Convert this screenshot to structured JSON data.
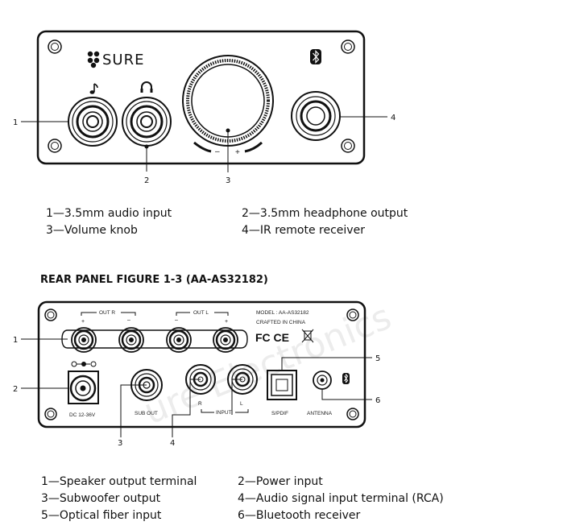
{
  "front_panel": {
    "brand": "SURE",
    "knob_minus": "–",
    "knob_plus": "+",
    "callouts": [
      "1",
      "2",
      "3",
      "4"
    ],
    "legend": [
      "1—3.5mm audio input",
      "2—3.5mm headphone output",
      "3—Volume knob",
      "4—IR remote receiver"
    ]
  },
  "rear_heading": "REAR PANEL FIGURE 1-3 (AA-AS32182)",
  "rear_panel": {
    "model": "MODEL : AA-AS32182",
    "crafted": "CRAFTED IN CHINA",
    "marks": "FC CE",
    "out_r": "OUT R",
    "out_l": "OUT L",
    "plus": "+",
    "minus": "–",
    "dc_label": "DC 12-36V",
    "sub_out": "SUB OUT",
    "input_label": "INPUT",
    "input_r": "R",
    "input_l": "L",
    "spdif": "S/PDIF",
    "antenna": "ANTENNA",
    "callouts": [
      "1",
      "2",
      "3",
      "4",
      "5",
      "6"
    ],
    "legend": [
      "1—Speaker output terminal",
      "2—Power input",
      "3—Subwoofer output",
      "4—Audio signal input terminal (RCA)",
      "5—Optical fiber input",
      "6—Bluetooth receiver"
    ]
  },
  "watermark": "ure Electronics"
}
